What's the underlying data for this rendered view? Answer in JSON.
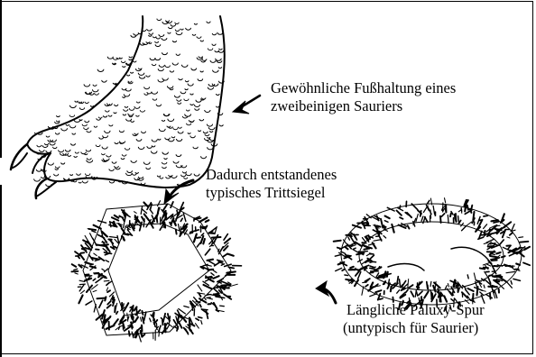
{
  "labels": {
    "foot_posture_line1": "Gewöhnliche Fußhaltung eines",
    "foot_posture_line2": "zweibeinigen Sauriers",
    "typical_print_line1": "Dadurch entstandenes",
    "typical_print_line2": "typisches Trittsiegel",
    "paluxy_line1": "Längliche Paluxy-Spur",
    "paluxy_line2": "(untypisch für Saurier)"
  },
  "colors": {
    "ink": "#000000",
    "paper": "#ffffff"
  }
}
